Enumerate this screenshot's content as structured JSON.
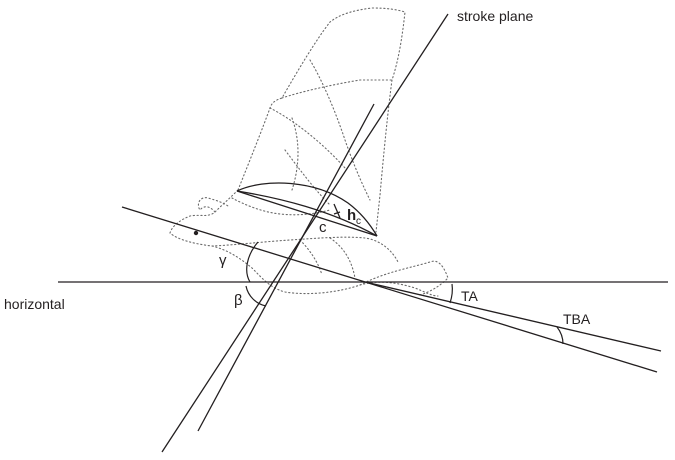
{
  "labels": {
    "stroke_plane": "stroke plane",
    "horizontal": "horizontal",
    "gamma": "γ",
    "beta": "β",
    "TA": "TA",
    "TBA": "TBA",
    "c": "c",
    "h": "h",
    "h_sub": "c"
  },
  "colors": {
    "ink": "#231f20",
    "outline": "#6b6b6b",
    "background": "#ffffff"
  }
}
